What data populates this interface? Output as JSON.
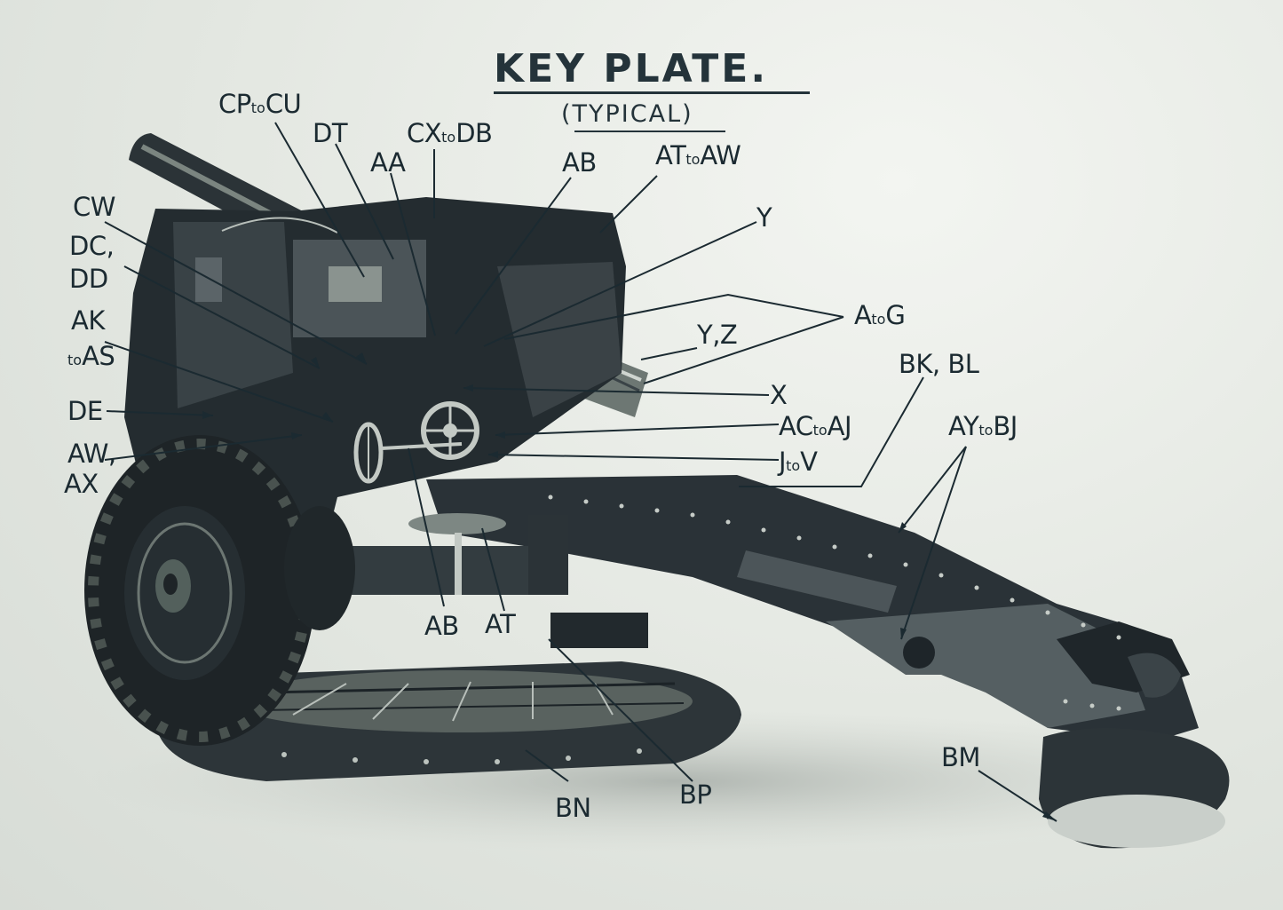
{
  "title": "KEY PLATE.",
  "subtitle": "(TYPICAL)",
  "labels": {
    "cp_cu": "CP to CU",
    "dt": "DT",
    "cx_db": "CX to DB",
    "aa": "AA",
    "ab_top": "AB",
    "at_aw": "AT to AW",
    "y": "Y",
    "cw": "CW",
    "dc_dd_1": "DC,",
    "dc_dd_2": "DD",
    "ak_as_1": "AK",
    "ak_as_2": "to AS",
    "de": "DE",
    "aw_ax_1": "AW,",
    "aw_ax_2": "AX",
    "a_g": "A to G",
    "y_z": "Y,Z",
    "bk_bl": "BK, BL",
    "x": "X",
    "ac_aj": "AC to AJ",
    "ay_bj": "AY to BJ",
    "j_v": "J to V",
    "ab_bottom": "AB",
    "at": "AT",
    "bm": "BM",
    "bn": "BN",
    "bp": "BP"
  },
  "colors": {
    "ink": "#1b2a31",
    "paper": "#e4e8e2",
    "gun": "#2a3338"
  }
}
